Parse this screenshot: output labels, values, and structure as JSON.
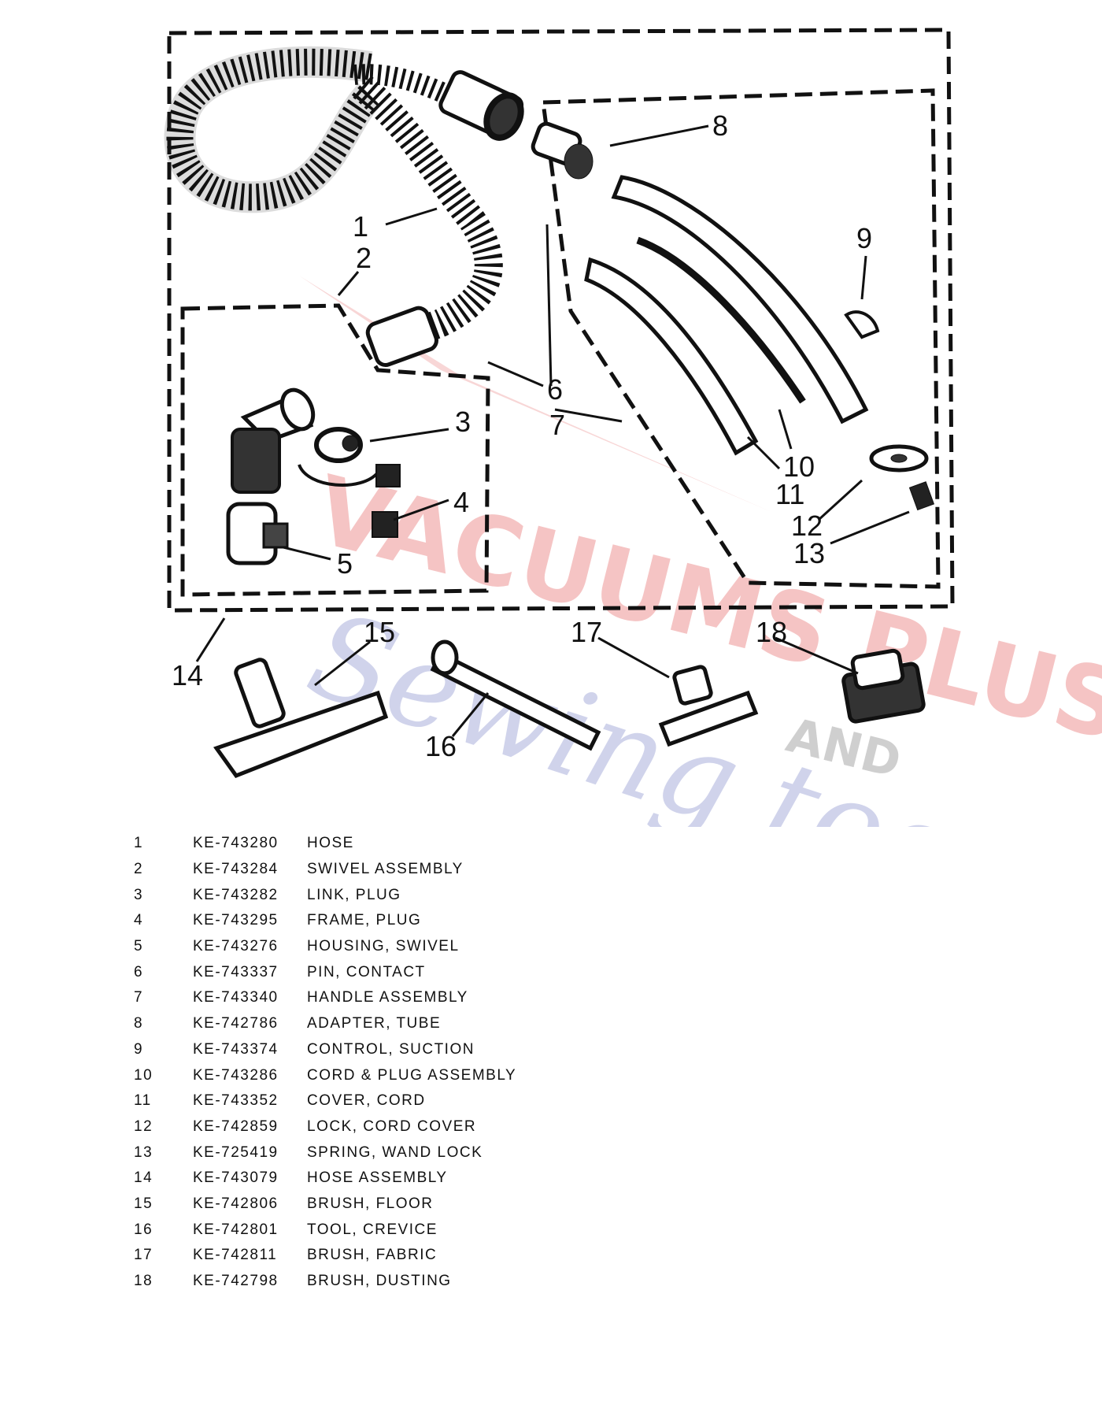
{
  "diagram": {
    "callouts": [
      "1",
      "2",
      "3",
      "4",
      "5",
      "6",
      "7",
      "8",
      "9",
      "10",
      "11",
      "12",
      "13",
      "14",
      "15",
      "16",
      "17",
      "18"
    ],
    "watermark": {
      "line1": "VACUUMS PLUS",
      "line2": "AND",
      "line3": "Sewing too"
    }
  },
  "parts": [
    {
      "num": "1",
      "part": "KE-743280",
      "desc": "HOSE"
    },
    {
      "num": "2",
      "part": "KE-743284",
      "desc": "SWIVEL  ASSEMBLY"
    },
    {
      "num": "3",
      "part": "KE-743282",
      "desc": "LINK,  PLUG"
    },
    {
      "num": "4",
      "part": "KE-743295",
      "desc": "FRAME,  PLUG"
    },
    {
      "num": "5",
      "part": "KE-743276",
      "desc": "HOUSING,  SWIVEL"
    },
    {
      "num": "6",
      "part": "KE-743337",
      "desc": "PIN,  CONTACT"
    },
    {
      "num": "7",
      "part": "KE-743340",
      "desc": "HANDLE  ASSEMBLY"
    },
    {
      "num": "8",
      "part": "KE-742786",
      "desc": "ADAPTER,  TUBE"
    },
    {
      "num": "9",
      "part": "KE-743374",
      "desc": "CONTROL,  SUCTION"
    },
    {
      "num": "10",
      "part": "KE-743286",
      "desc": "CORD  &  PLUG  ASSEMBLY"
    },
    {
      "num": "11",
      "part": "KE-743352",
      "desc": "COVER,  CORD"
    },
    {
      "num": "12",
      "part": "KE-742859",
      "desc": "LOCK,  CORD  COVER"
    },
    {
      "num": "13",
      "part": "KE-725419",
      "desc": "SPRING,  WAND  LOCK"
    },
    {
      "num": "14",
      "part": "KE-743079",
      "desc": "HOSE  ASSEMBLY"
    },
    {
      "num": "15",
      "part": "KE-742806",
      "desc": "BRUSH,  FLOOR"
    },
    {
      "num": "16",
      "part": "KE-742801",
      "desc": "TOOL,  CREVICE"
    },
    {
      "num": "17",
      "part": "KE-742811",
      "desc": "BRUSH,  FABRIC"
    },
    {
      "num": "18",
      "part": "KE-742798",
      "desc": "BRUSH,  DUSTING"
    }
  ]
}
